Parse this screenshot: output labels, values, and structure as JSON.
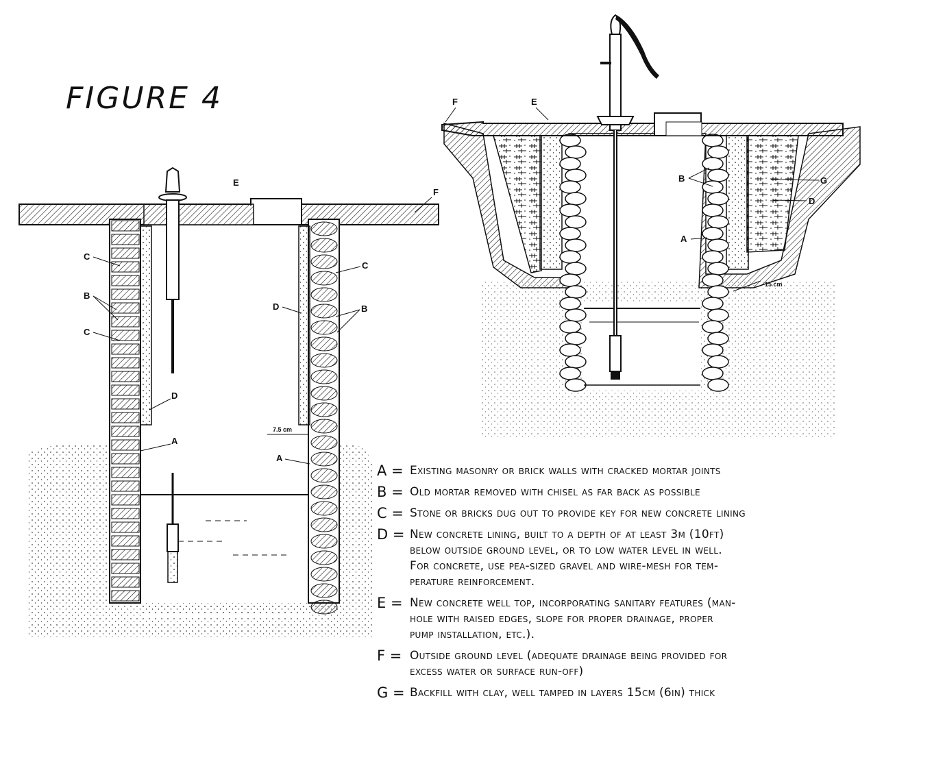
{
  "figure": {
    "title": "FIGURE 4"
  },
  "left_diagram": {
    "labels": {
      "E": "E",
      "F": "F",
      "C_left": "C",
      "B_left": "B",
      "C_left2": "C",
      "D_left": "D",
      "A_left": "A",
      "C_right": "C",
      "D_right": "D",
      "B_right": "B",
      "A_right": "A",
      "gap": "7.5 cm"
    }
  },
  "right_diagram": {
    "labels": {
      "F": "F",
      "E": "E",
      "B": "B",
      "G": "G",
      "D": "D",
      "A": "A",
      "gap": "15 cm"
    }
  },
  "legend": [
    {
      "key": "A =",
      "lines": [
        "Existing masonry or brick walls with cracked mortar joints"
      ]
    },
    {
      "key": "B =",
      "lines": [
        "Old mortar removed with chisel as far back as possible"
      ]
    },
    {
      "key": "C =",
      "lines": [
        "Stone or bricks dug out to provide key for new concrete lining"
      ]
    },
    {
      "key": "D =",
      "lines": [
        "New concrete lining, built to a depth of at least 3m (10ft)",
        "below outside ground level, or to low water level in well.",
        "For concrete, use pea-sized gravel and wire-mesh for tem-",
        "perature reinforcement."
      ]
    },
    {
      "key": "E =",
      "lines": [
        "New concrete well top, incorporating sanitary features (man-",
        "hole with raised edges, slope for proper drainage, proper",
        "pump installation, etc.)."
      ]
    },
    {
      "key": "F =",
      "lines": [
        "Outside ground level (adequate drainage being provided for",
        "excess water or surface run-off)"
      ]
    },
    {
      "key": "G =",
      "lines": [
        "Backfill with clay, well tamped in layers 15cm (6in) thick"
      ]
    }
  ],
  "colors": {
    "ink": "#111111",
    "paper": "#ffffff"
  }
}
